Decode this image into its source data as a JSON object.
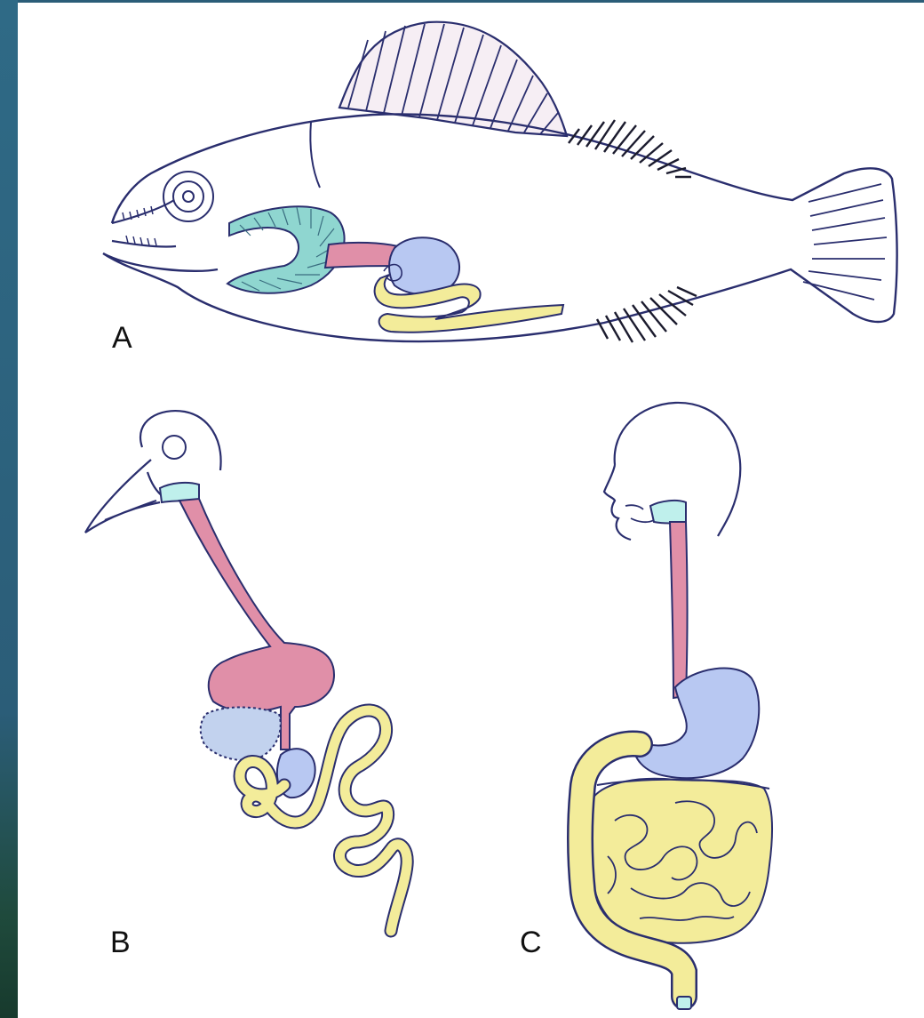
{
  "panel_labels": {
    "a": "A",
    "b": "B",
    "c": "C"
  },
  "colors": {
    "background": "#2e6282",
    "outline": "#2a2e6e",
    "gills_teal": "#8fd6d0",
    "mouth_cyan": "#bff0ec",
    "esophagus_pink": "#e08fa8",
    "stomach_blue": "#b8c8f2",
    "intestine_yellow": "#f3ec9a",
    "fins_black": "#1b1b2e"
  },
  "icons": [
    "fish-icon",
    "bird-icon",
    "human-icon"
  ]
}
